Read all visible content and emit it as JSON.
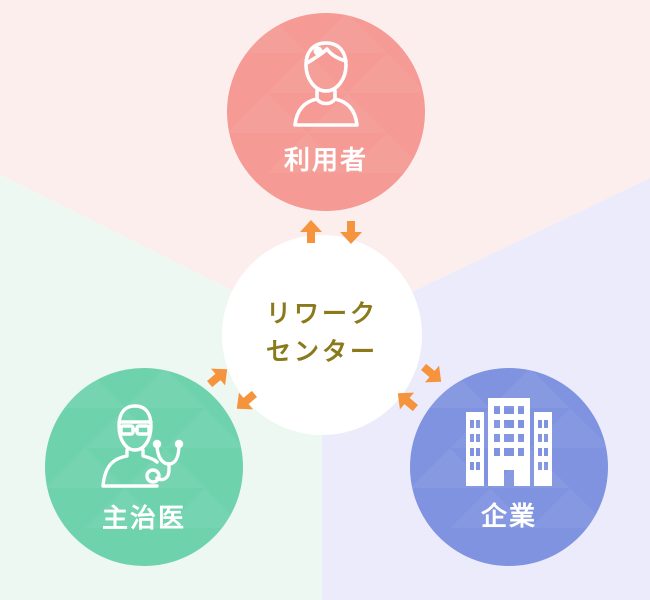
{
  "center": {
    "line1": "リワーク",
    "line2": "センター"
  },
  "nodes": {
    "user": {
      "label": "利用者",
      "icon": "person-icon"
    },
    "doctor": {
      "label": "主治医",
      "icon": "doctor-icon"
    },
    "company": {
      "label": "企業",
      "icon": "building-icon"
    }
  },
  "colors": {
    "user": "#f59a94",
    "doctor": "#6ed2ad",
    "company": "#7f93e0",
    "center_text": "#8a7a1c",
    "arrow": "#f5943c",
    "bg_top": "#fdeeee",
    "bg_left": "#edf8f3",
    "bg_right": "#ecebfb"
  }
}
